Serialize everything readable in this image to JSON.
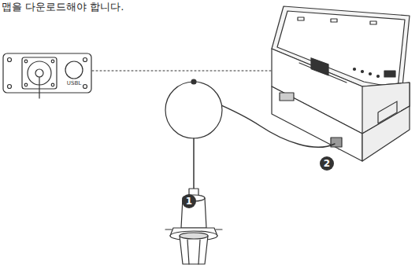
{
  "diagram": {
    "labels": [
      "맵을 다운로드해야 합니다.",
      "USBL",
      "1",
      "2"
    ]
  }
}
